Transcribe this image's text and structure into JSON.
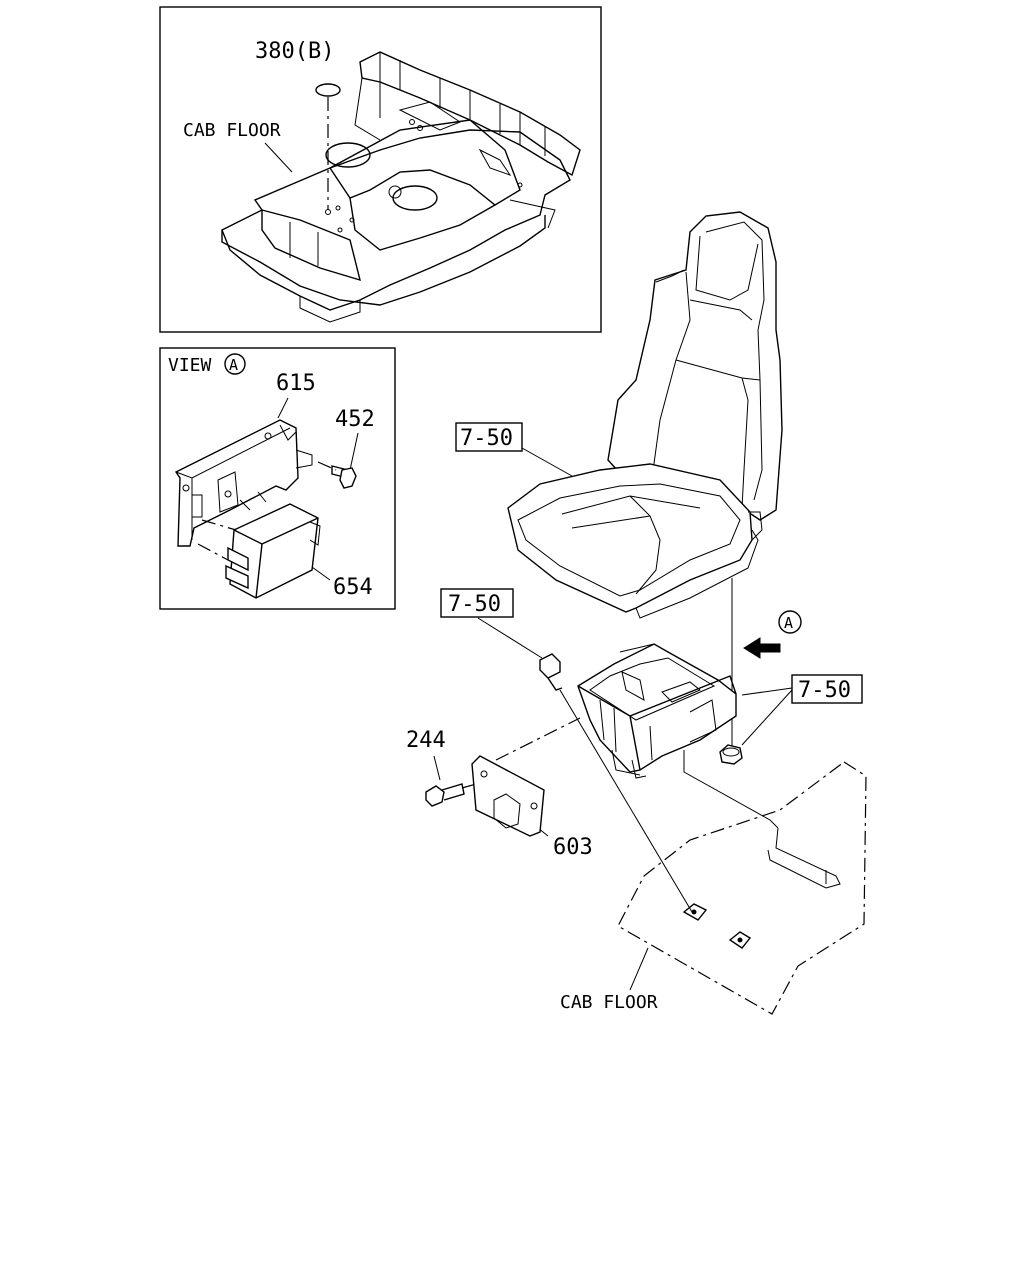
{
  "inset_top": {
    "part_label": "380(B)",
    "area_label": "CAB FLOOR"
  },
  "inset_view": {
    "view_label": "VIEW",
    "view_marker": "A",
    "parts": [
      "615",
      "452",
      "654"
    ]
  },
  "main": {
    "seat_ref": "7-50",
    "bolt_ref": "7-50",
    "nut_ref": "7-50",
    "view_arrow_marker": "A",
    "parts": [
      "244",
      "603"
    ],
    "area_label": "CAB FLOOR"
  }
}
